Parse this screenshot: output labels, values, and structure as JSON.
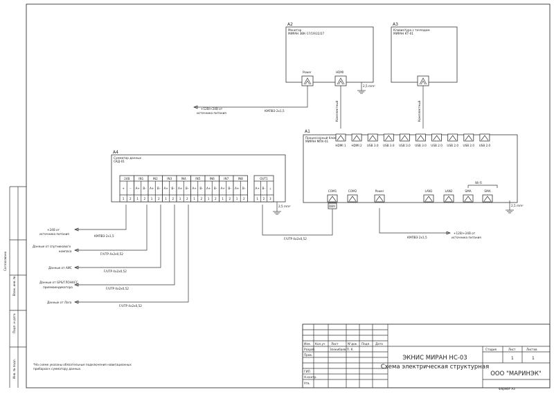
{
  "devices": {
    "a2": {
      "ref": "A2",
      "name": "Монитор",
      "model": "МИРАН 3ВК-17/19/22/27",
      "port_power": "Power",
      "port_hdmi": "HDMI",
      "gnd": "2,5 mm²"
    },
    "a3": {
      "ref": "A3",
      "name": "Клавиатура с тачпадом",
      "model": "МИРАН КТ-01"
    },
    "a1": {
      "ref": "A1",
      "name": "Процессорный блок",
      "model": "МИРАН МПК-01",
      "top_ports": [
        "HDMI 1",
        "HDMI 2",
        "USB 3.0",
        "USB 3.0",
        "USB 3.0",
        "USB 3.0",
        "USB 2.0",
        "USB 2.0",
        "USB 2.0",
        "USB 2.0"
      ],
      "bottom_ports": [
        "COM1",
        "COM2",
        "Power",
        "LAN1",
        "LAN2",
        "SMA",
        "SMA"
      ],
      "com1_connector": "DB9",
      "wifi": "Wi-Fi",
      "gnd": "2,5 mm²"
    },
    "a4": {
      "ref": "A4",
      "name": "Сумматор данных",
      "model": "СКД-01",
      "groups": [
        {
          "label": "24В",
          "pins": [
            "+",
            "–"
          ]
        },
        {
          "label": "IN1",
          "pins": [
            "A+",
            "B–"
          ]
        },
        {
          "label": "IN2",
          "pins": [
            "A+",
            "B–"
          ]
        },
        {
          "label": "IN3",
          "pins": [
            "A+",
            "B–"
          ]
        },
        {
          "label": "IN4",
          "pins": [
            "A+",
            "B–"
          ]
        },
        {
          "label": "IN5",
          "pins": [
            "A+",
            "B–"
          ]
        },
        {
          "label": "IN6",
          "pins": [
            "A+",
            "B–"
          ]
        },
        {
          "label": "IN7",
          "pins": [
            "A+",
            "B–"
          ]
        },
        {
          "label": "IN8",
          "pins": [
            "A+",
            "B–"
          ]
        }
      ],
      "out": {
        "label": "OUT1",
        "pins": [
          "A+",
          "B–",
          "⊥"
        ]
      },
      "gnd": "2,5 mm²"
    }
  },
  "cables": {
    "hdmi_cable": "Комплектный",
    "usb_cable": "Комплектный",
    "kmpvz_monitor": "КМПВЭ 2х1,5",
    "kmpvz_a4": "КМПВЭ 2х1,5",
    "kmpvz_a1": "КМПВЭ 2х1,5",
    "futp_com": "F/UTP 4х2х0,52",
    "futp_1": "F/UTP 4х2х0,52",
    "futp_2": "F/UTP 4х2х0,52",
    "futp_3": "F/UTP 4х2х0,52",
    "futp_4": "F/UTP 4х2х0,52"
  },
  "sources": {
    "monitor_power": [
      "+12В/+24В от",
      "источника питания"
    ],
    "a1_power": [
      "+12В/+24В от",
      "источника питания"
    ],
    "a4_power": [
      "+24В от",
      "источника питания"
    ],
    "in1": [
      "Данные от спутникового",
      "компаса"
    ],
    "in2": [
      "Данные от АИС"
    ],
    "in3": [
      "Данные от GPS/ГЛОНАСС",
      "приемоиндикатора"
    ],
    "in4": [
      "Данные от Лага"
    ]
  },
  "note": [
    "*На схеме указаны обязательные подключения навигационных",
    "приборов к сумматору данных."
  ],
  "side_labels": [
    "Согласовано",
    "Взам. инв. №",
    "Подп. и дата",
    "Инв. № подл."
  ],
  "stamp": {
    "headers": [
      "Изм.",
      "Кол.уч",
      "Лист",
      "N°док.",
      "Подп.",
      "Дата"
    ],
    "roles": [
      "Разраб.",
      "Пров.",
      "",
      "Н.контр.",
      "Утв."
    ],
    "role_gip": "ГИП",
    "developer": "Злекибаев П. К.",
    "title": "ЭКНИС МИРАН НС-03",
    "subtitle": "Схема электрическая структурная",
    "col_headers": [
      "Стадия",
      "Лист",
      "Листов"
    ],
    "sheet": "1",
    "sheets": "1",
    "org": "ООО \"МАРИНЭК\"",
    "format": "Формат А3"
  }
}
